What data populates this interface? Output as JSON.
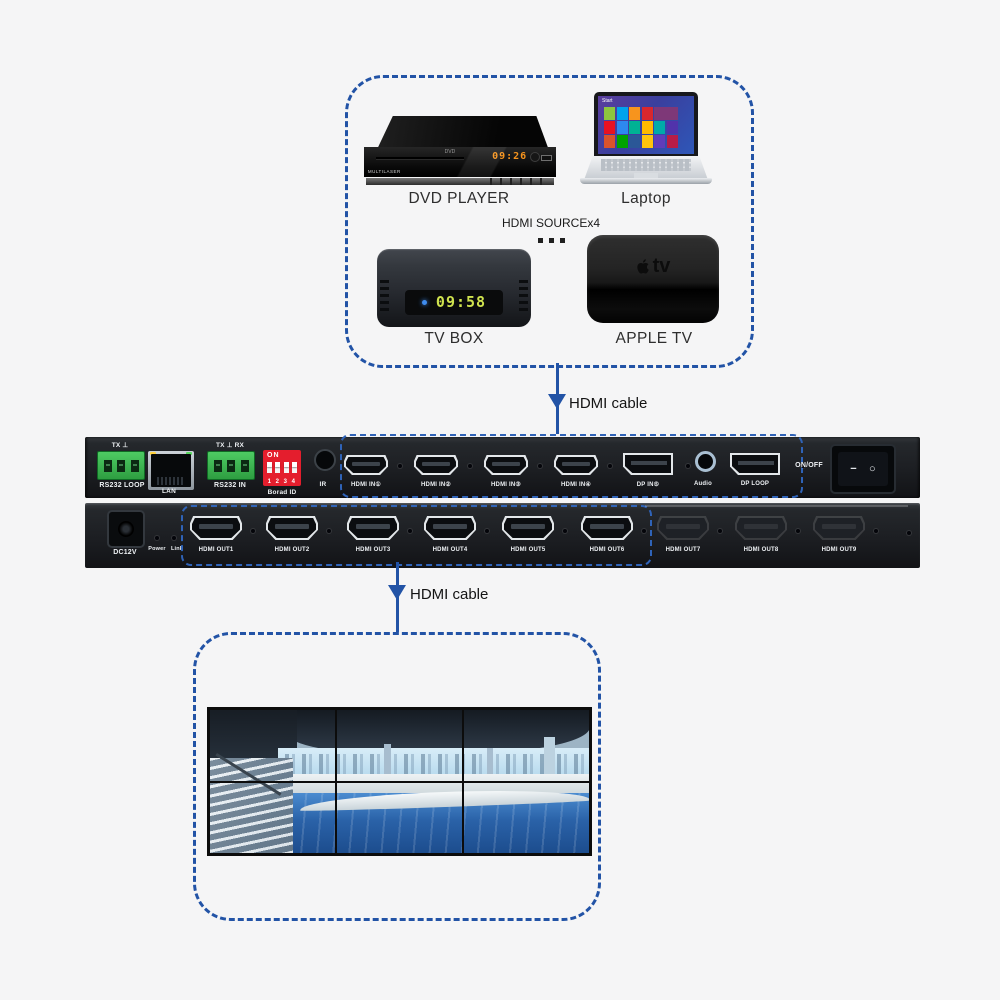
{
  "colors": {
    "accent_blue": "#2253a6",
    "panel_black": "#1c1e22"
  },
  "sources": {
    "caption": "HDMI SOURCEx4",
    "dvd": {
      "name": "DVD PLAYER",
      "display": "09:26",
      "brand": "MULTILASER",
      "logo_text": "DVD"
    },
    "laptop": {
      "name": "Laptop",
      "start_label": "Start"
    },
    "tvbox": {
      "name": "TV BOX",
      "display": "09:58"
    },
    "appletv": {
      "name": "APPLE TV",
      "logo_text": "tv"
    }
  },
  "cables": {
    "top_label": "HDMI cable",
    "bottom_label": "HDMI cable"
  },
  "device": {
    "rear": {
      "rs232_loop_top": "TX ⊥",
      "rs232_loop": "RS232 LOOP",
      "lan": "LAN",
      "rs232_in_top": "TX ⊥ RX",
      "rs232_in": "RS232 IN",
      "dip_on": "ON",
      "dip_numbers": "1 2 3 4",
      "dip_label": "Borad ID",
      "ir": "IR",
      "hdmi_in": [
        "HDMI IN①",
        "HDMI IN②",
        "HDMI IN③",
        "HDMI IN④"
      ],
      "dp_in": "DP IN⑤",
      "audio": "Audio",
      "dp_loop": "DP LOOP",
      "onoff": "ON/OFF",
      "switch_off_mark": "−",
      "switch_on_mark": "○"
    },
    "front": {
      "dc": "DC12V",
      "power": "Power",
      "link": "Link",
      "hdmi_out": [
        "HDMI OUT1",
        "HDMI OUT2",
        "HDMI OUT3",
        "HDMI OUT4",
        "HDMI OUT5",
        "HDMI OUT6",
        "HDMI OUT7",
        "HDMI OUT8",
        "HDMI OUT9"
      ]
    }
  },
  "video_wall": {
    "columns": 3,
    "rows": 2
  }
}
